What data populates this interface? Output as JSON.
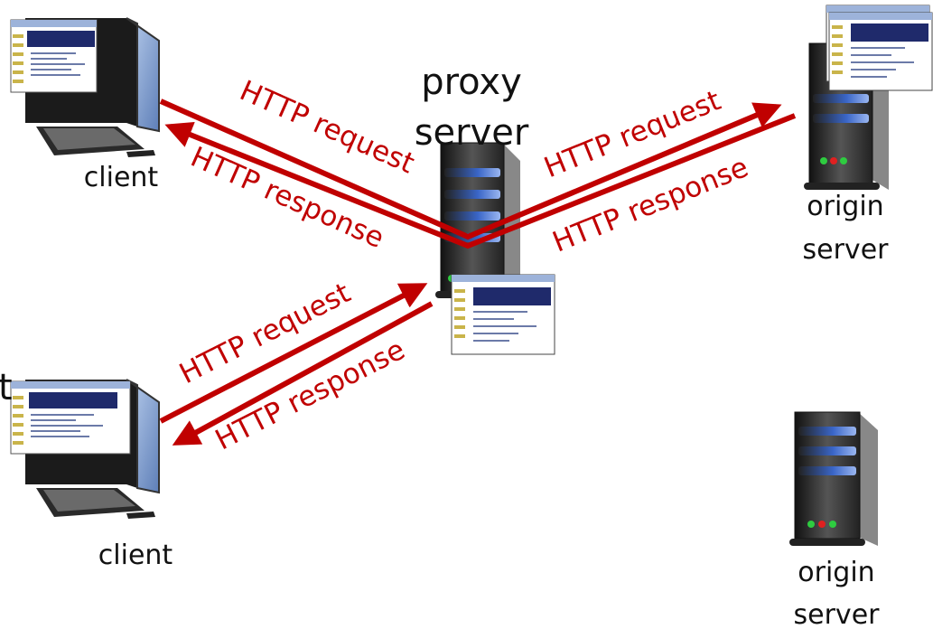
{
  "colors": {
    "arrow": "#c00000",
    "text": "#111111",
    "arrow_text": "#c00000"
  },
  "nodes": {
    "client_top": {
      "label": "client",
      "icon": "desktop-computer-icon"
    },
    "client_bottom": {
      "label": "client",
      "icon": "desktop-computer-icon"
    },
    "proxy": {
      "label_line1": "proxy",
      "label_line2": "server",
      "icon": "server-tower-icon"
    },
    "origin_top": {
      "label_line1": "origin",
      "label_line2": "server",
      "icon": "server-tower-icon"
    },
    "origin_bottom": {
      "label_line1": "origin",
      "label_line2": "server",
      "icon": "server-tower-icon"
    },
    "edge_fragment": "t"
  },
  "arrows": {
    "top_left_request": "HTTP request",
    "top_left_response": "HTTP response",
    "top_right_request": "HTTP request",
    "top_right_response": "HTTP response",
    "bottom_left_request": "HTTP request",
    "bottom_left_response": "HTTP response"
  }
}
